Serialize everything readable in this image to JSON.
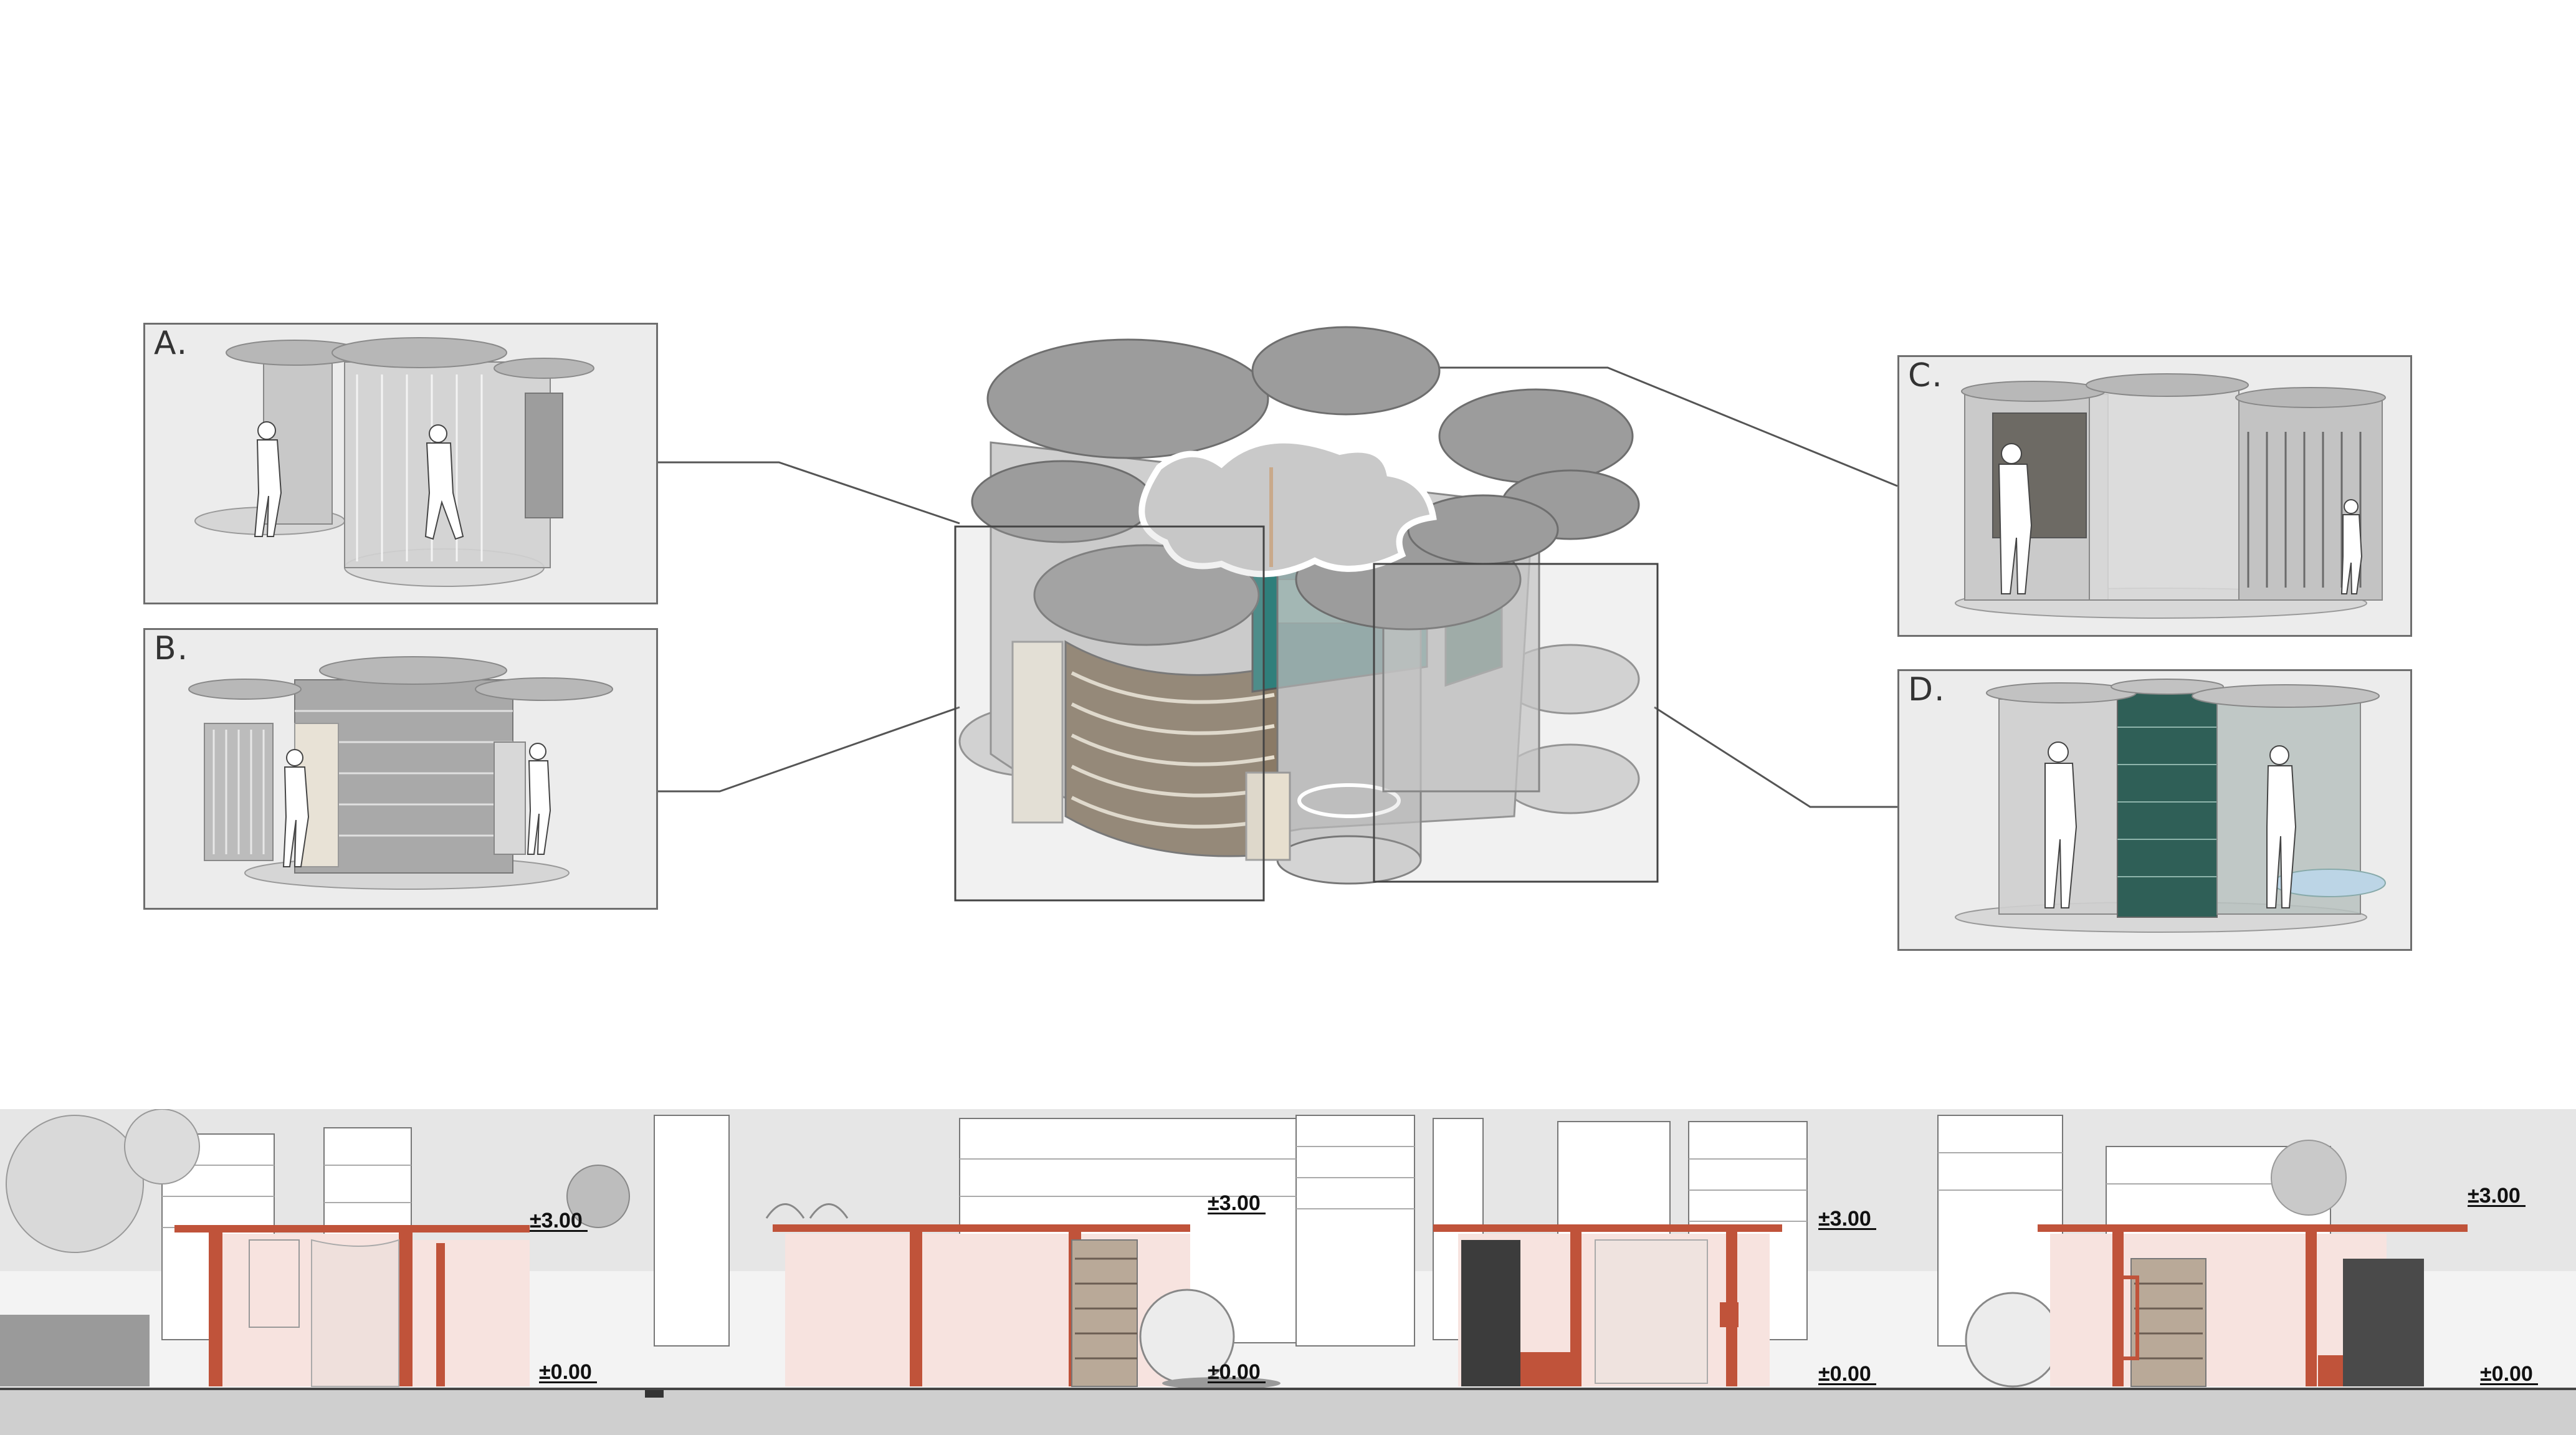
{
  "panels": {
    "a": {
      "label": "A."
    },
    "b": {
      "label": "B."
    },
    "c": {
      "label": "C."
    },
    "d": {
      "label": "D."
    }
  },
  "elevations": {
    "s1_top": "±3.00",
    "s1_bottom": "±0.00",
    "s2_top": "±3.00",
    "s2_bottom": "±0.00",
    "s3_top": "±3.00",
    "s3_bottom": "±0.00",
    "s4_top": "±3.00",
    "s4_bottom": "±0.00"
  },
  "colors": {
    "frame_red": "#c0533a",
    "interior_pink": "#f7e3df",
    "roof_gray": "#a3a3a3",
    "glass_teal": "#2f7f7b",
    "ground_gray": "#cfcfcf",
    "panel_bg": "#ececec"
  }
}
